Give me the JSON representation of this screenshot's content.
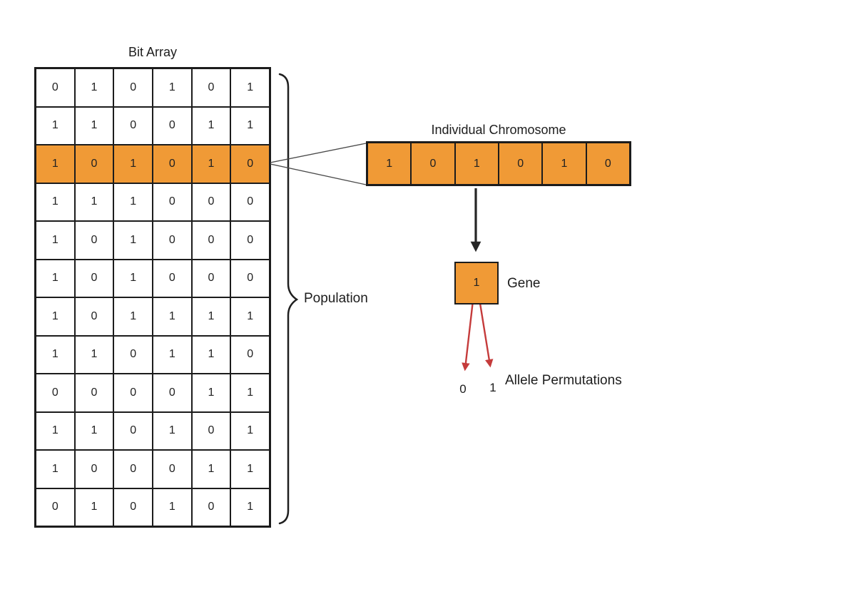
{
  "colors": {
    "orange": "#F09A36",
    "red": "#C53B3B",
    "ink": "#1d1d1d"
  },
  "bit_array": {
    "title": "Bit Array",
    "brace_label": "Population",
    "highlighted_row_index": 2,
    "rows": [
      [
        "0",
        "1",
        "0",
        "1",
        "0",
        "1"
      ],
      [
        "1",
        "1",
        "0",
        "0",
        "1",
        "1"
      ],
      [
        "1",
        "0",
        "1",
        "0",
        "1",
        "0"
      ],
      [
        "1",
        "1",
        "1",
        "0",
        "0",
        "0"
      ],
      [
        "1",
        "0",
        "1",
        "0",
        "0",
        "0"
      ],
      [
        "1",
        "0",
        "1",
        "0",
        "0",
        "0"
      ],
      [
        "1",
        "0",
        "1",
        "1",
        "1",
        "1"
      ],
      [
        "1",
        "1",
        "0",
        "1",
        "1",
        "0"
      ],
      [
        "0",
        "0",
        "0",
        "0",
        "1",
        "1"
      ],
      [
        "1",
        "1",
        "0",
        "1",
        "0",
        "1"
      ],
      [
        "1",
        "0",
        "0",
        "0",
        "1",
        "1"
      ],
      [
        "0",
        "1",
        "0",
        "1",
        "0",
        "1"
      ]
    ]
  },
  "chromosome": {
    "title": "Individual Chromosome",
    "values": [
      "1",
      "0",
      "1",
      "0",
      "1",
      "0"
    ]
  },
  "gene": {
    "value": "1",
    "label": "Gene"
  },
  "alleles": {
    "values": [
      "0",
      "1"
    ],
    "label": "Allele Permutations"
  }
}
